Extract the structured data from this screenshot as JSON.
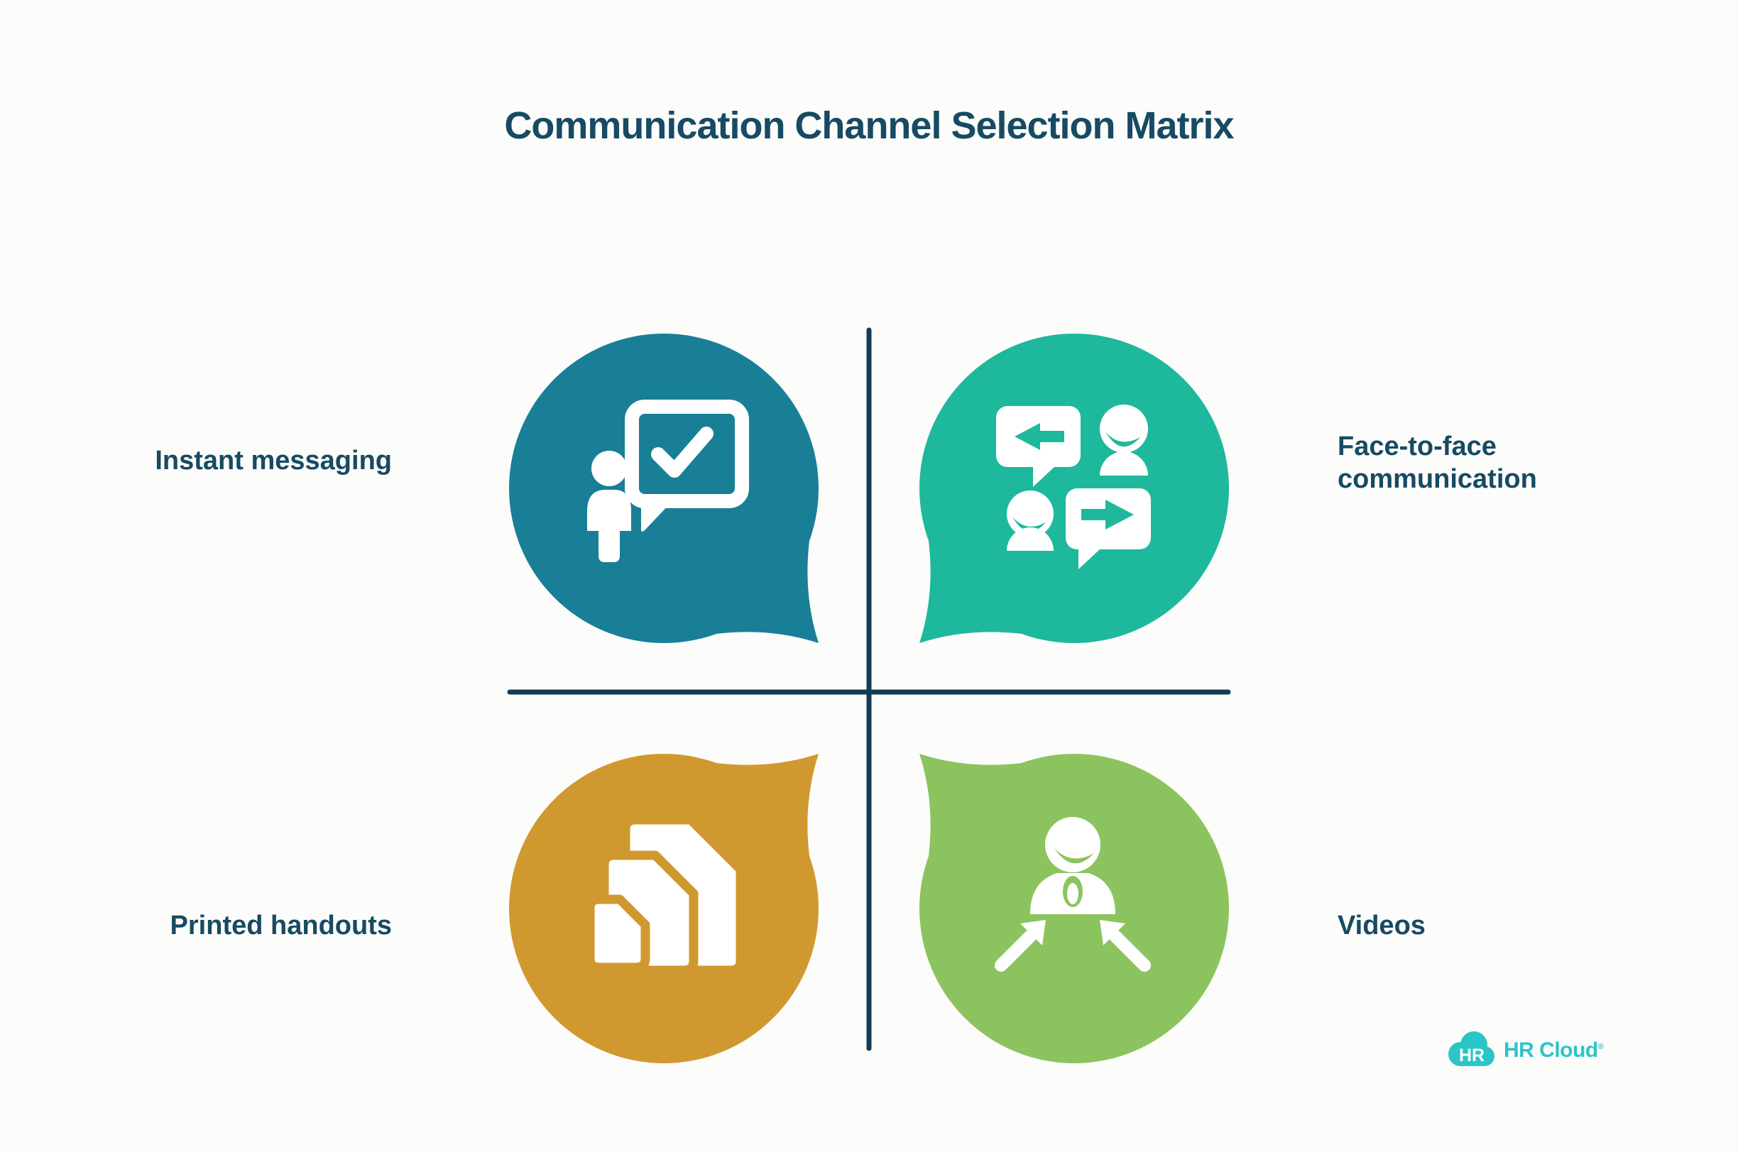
{
  "title": "Communication Channel Selection Matrix",
  "theme": {
    "background": "#FCFCFA",
    "text_color": "#174A63",
    "axis_color": "#133C55"
  },
  "quadrants": [
    {
      "position": "top-left",
      "label": "Instant messaging",
      "color": "#187F97",
      "icon": "person-presenting-checked-speech-icon"
    },
    {
      "position": "top-right",
      "label": "Face-to-face communication",
      "color": "#1EB89C",
      "icon": "two-people-exchanging-messages-icon"
    },
    {
      "position": "bottom-left",
      "label": "Printed handouts",
      "color": "#D0992F",
      "icon": "stacked-printed-documents-icon"
    },
    {
      "position": "bottom-right",
      "label": "Videos",
      "color": "#8BC45E",
      "icon": "person-with-converging-arrows-icon"
    }
  ],
  "logo": {
    "badge": "HR",
    "brand": "HR Cloud",
    "registered": "®",
    "color": "#2BC5C6"
  }
}
